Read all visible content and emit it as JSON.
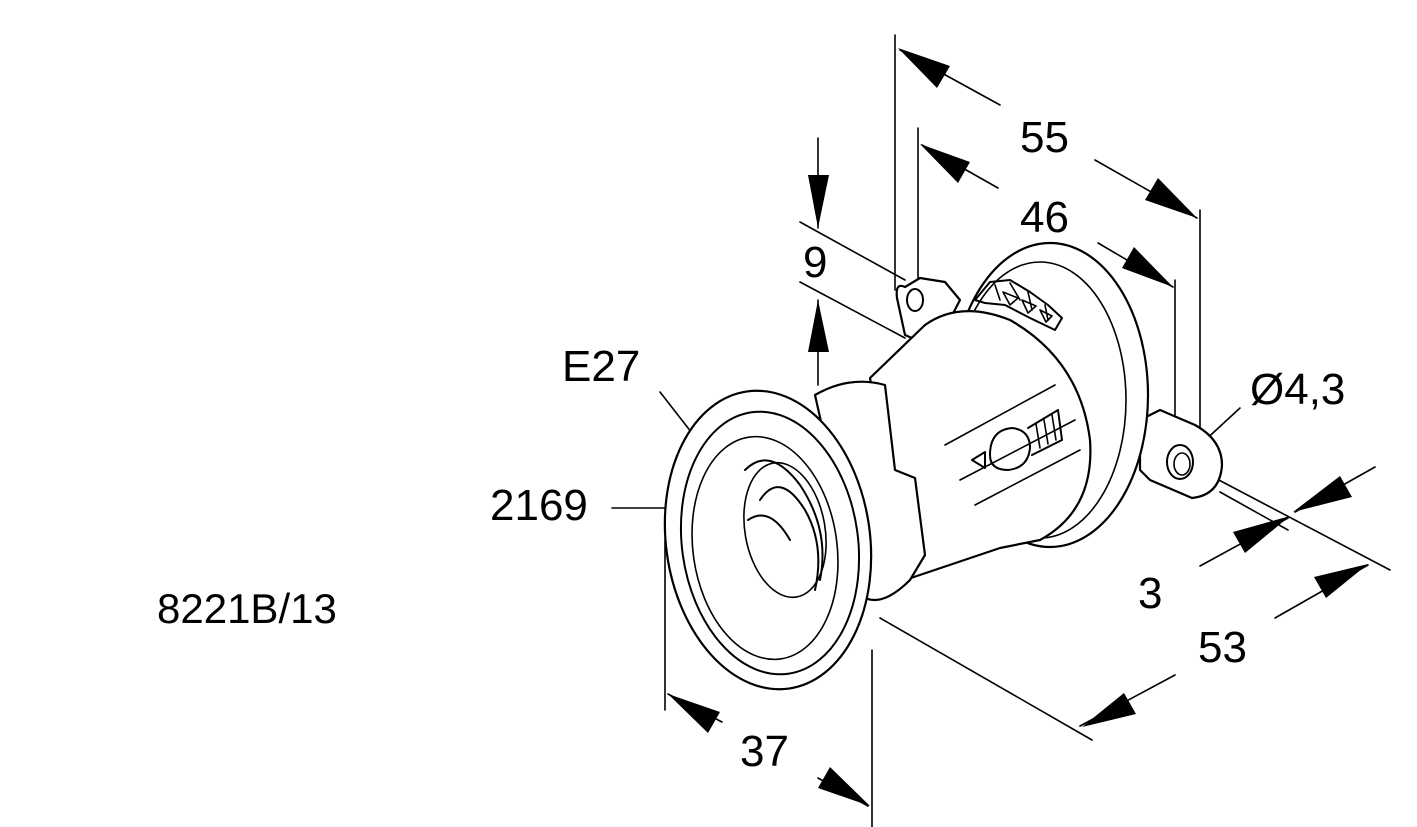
{
  "drawing": {
    "part_code": "8221B/13",
    "socket_type": "E27",
    "reference_number": "2169",
    "dimensions": {
      "overall_width": "55",
      "hole_spacing": "46",
      "flange_offset": "9",
      "hole_diameter": "4,3",
      "flange_thickness": "3",
      "overall_depth": "53",
      "ring_depth": "37"
    },
    "diameter_symbol": "Ø"
  }
}
